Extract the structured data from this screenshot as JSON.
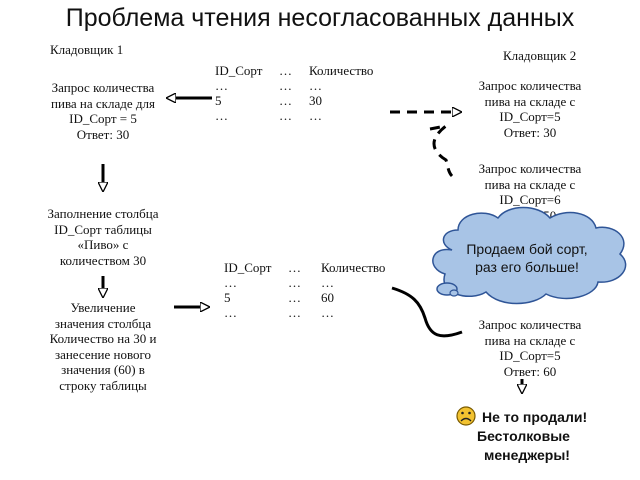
{
  "title": "Проблема чтения несогласованных данных",
  "storekeeper1": "Кладовщик 1",
  "storekeeper2": "Кладовщик 2",
  "left_col": {
    "query": [
      "Запрос количества",
      "пива на складе для",
      "ID_Сорт = 5",
      "Ответ: 30"
    ],
    "fill": [
      "Заполнение столбца",
      "ID_Сорт таблицы",
      "«Пиво» с",
      "количеством 30"
    ],
    "increase": [
      "Увеличение",
      "значения столбца",
      "Количество на 30 и",
      "занесение нового",
      "значения (60) в",
      "строку таблицы"
    ]
  },
  "table1": [
    [
      "ID_Сорт",
      "…",
      "Количество"
    ],
    [
      "…",
      "…",
      "…"
    ],
    [
      "5",
      "…",
      "30"
    ],
    [
      "…",
      "…",
      "…"
    ]
  ],
  "table2": [
    [
      "ID_Сорт",
      "…",
      "Количество"
    ],
    [
      "…",
      "…",
      "…"
    ],
    [
      "5",
      "…",
      "60"
    ],
    [
      "…",
      "…",
      "…"
    ]
  ],
  "right_col": {
    "query1": [
      "Запрос количества",
      "пива на складе с",
      "ID_Сорт=5",
      "Ответ: 30"
    ],
    "query2": [
      "Запрос количества",
      "пива на складе с",
      "ID_Сорт=6",
      "Ответ: 50"
    ],
    "query3": [
      "Запрос количества",
      "пива на складе с",
      "ID_Сорт=5",
      "Ответ: 60"
    ]
  },
  "thought": [
    "Продаем бой сорт,",
    "раз его больше!"
  ],
  "outcome": [
    "Не то продали!",
    "Бестолковые",
    "менеджеры!"
  ],
  "icons": {
    "sad_face": "frowning-face-icon"
  },
  "colors": {
    "bubble_fill": "#a8c4e6",
    "bubble_stroke": "#2f5597",
    "face_fill": "#f2c230"
  }
}
